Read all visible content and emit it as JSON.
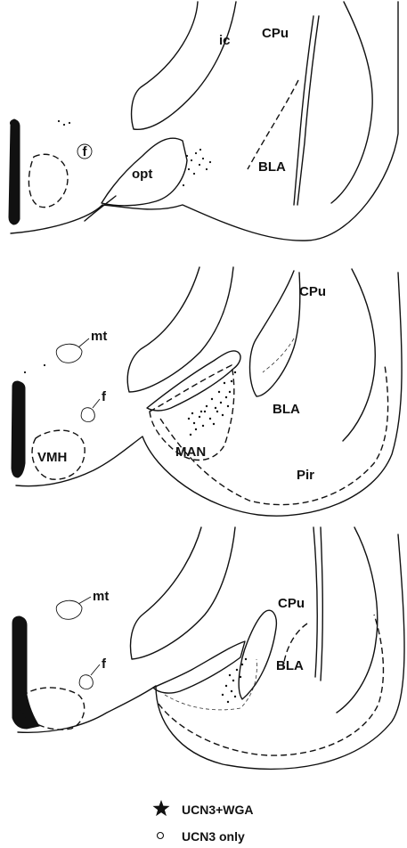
{
  "panel1": {
    "labels": {
      "ic": "ic",
      "cpu": "CPu",
      "f": "f",
      "opt": "opt",
      "bla": "BLA"
    }
  },
  "panel2": {
    "labels": {
      "cpu": "CPu",
      "mt": "mt",
      "f": "f",
      "vmh": "VMH",
      "bla": "BLA",
      "man": "MAN",
      "pir": "Pir"
    }
  },
  "panel3": {
    "labels": {
      "cpu": "CPu",
      "mt": "mt",
      "f": "f",
      "bla": "BLA"
    }
  },
  "legend": {
    "items": [
      {
        "symbol": "star",
        "label": "UCN3+WGA"
      },
      {
        "symbol": "open-circle",
        "label": "UCN3 only"
      }
    ]
  }
}
